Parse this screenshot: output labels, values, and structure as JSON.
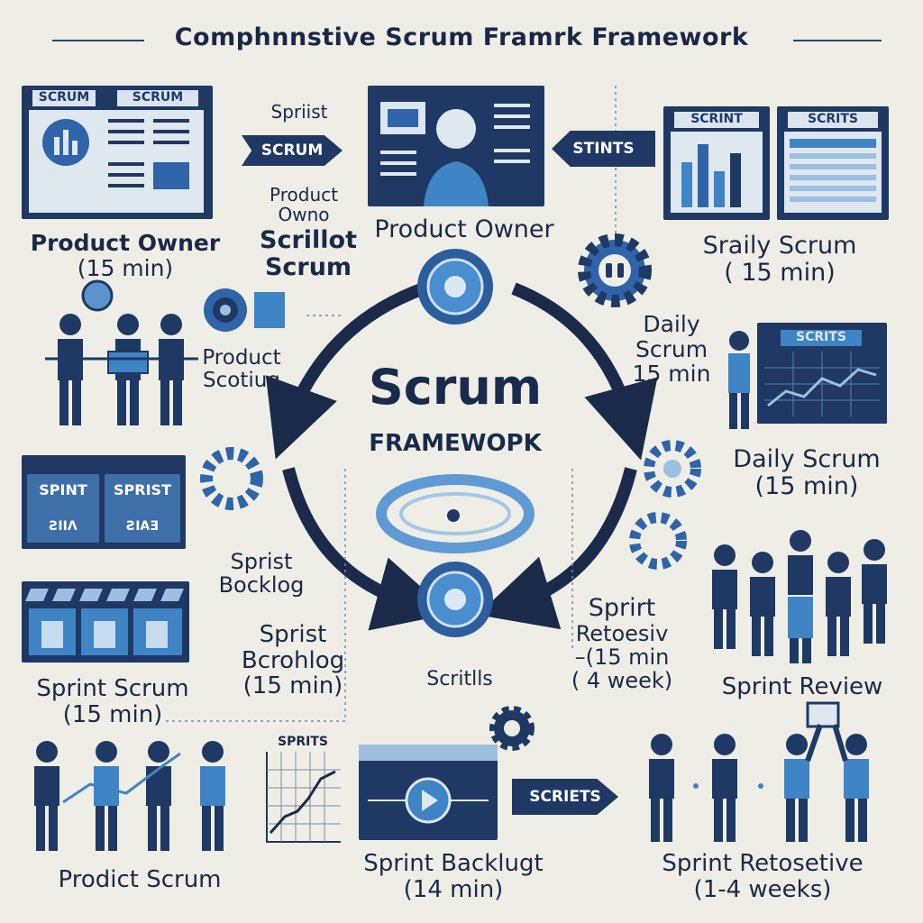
{
  "title": "Comphnnstive Scrum Framrk Framework",
  "center": {
    "line1": "Scrum",
    "line2": "FRAMEWOPK"
  },
  "top": {
    "left_panel_tabs": [
      "SCRUM",
      "SCRUM"
    ],
    "arrow_left_caption": "Spriist",
    "arrow_left": "SCRUM",
    "middle_small": [
      "Product",
      "Owno"
    ],
    "middle_big": [
      "Scrillot",
      "Scrum"
    ],
    "center_label": "Product Owner",
    "arrow_right": "STINTS",
    "right_panel_tabs": [
      "SCRINT",
      "SCRITS"
    ],
    "right_label": [
      "Sraily Scrum",
      "( 15 min)"
    ]
  },
  "left": {
    "product_owner": [
      "Product Owner",
      "(15 min)"
    ],
    "product_scoting": [
      "Product",
      "Scotiug"
    ],
    "sprint_panel_tabs": [
      "SPINT",
      "SPRIST"
    ],
    "sprint_panel_sub": [
      "ƧIIΛ",
      "ƧIAƎ"
    ],
    "sprist_bocklog": [
      "Sprist",
      "Bocklog"
    ],
    "sprist_bcrohlog": [
      "Sprist",
      "Bcrohlog",
      "(15 min)"
    ],
    "sprint_scrum": [
      "Sprint Scrum",
      "(15 min)"
    ]
  },
  "right": {
    "daily_scrum_a": [
      "Daily",
      "Scrum",
      "15 min"
    ],
    "board_title": "SCRITS",
    "daily_scrum_b": [
      "Daily Scrum",
      "(15 min)"
    ],
    "sprint_review": "Sprint Review",
    "sprint_retro": [
      "Sprirt",
      "Retoesiv",
      "–(15 min",
      "( 4 week)"
    ]
  },
  "center_bottom": "Scritlls",
  "bottom": {
    "left_label": "Prodict Scrum",
    "chart_title": "SPRITS",
    "mid_label": [
      "Sprint Backlugt",
      "(14 min)"
    ],
    "arrow": "SCRIETS",
    "right_label": [
      "Sprint Retosetive",
      "(1-4 weeks)"
    ]
  },
  "colors": {
    "navy": "#1f3864",
    "blue": "#3f84c4",
    "light": "#dfe7ef",
    "bg": "#eeeee6"
  }
}
